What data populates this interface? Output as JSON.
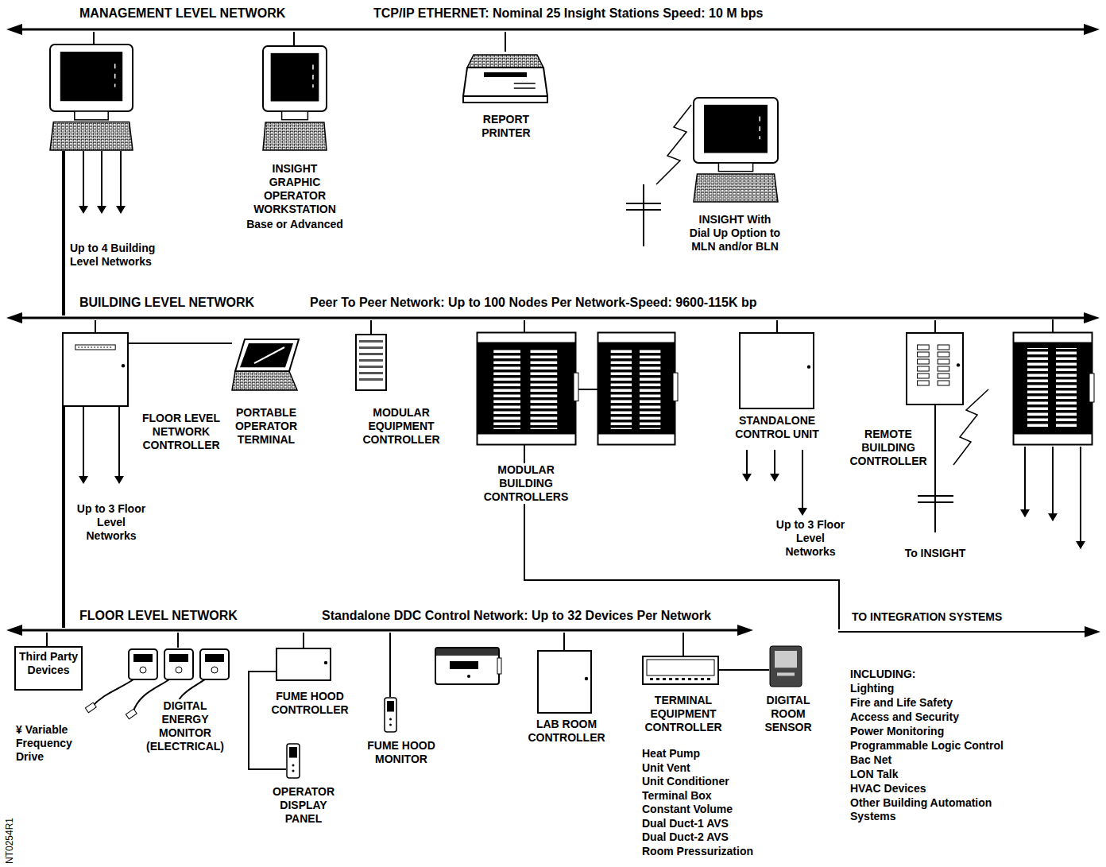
{
  "diagram": {
    "nodes": [
      {
        "text": [
          "MANAGEMENT LEVEL NETWORK",
          "TCP/IP ETHERNET: Nominal 25 Insight Stations Speed: 10 M bps"
        ]
      },
      {
        "text": [
          "Up to 4 Building Level Networks"
        ]
      },
      {
        "text": [
          "INSIGHT GRAPHIC OPERATOR WORKSTATION",
          "Base or Advanced"
        ]
      },
      {
        "text": [
          "REPORT PRINTER"
        ]
      },
      {
        "text": [
          "INSIGHT With Dial Up Option to MLN and/or BLN"
        ]
      },
      {
        "text": [
          "BUILDING LEVEL NETWORK",
          "Peer To Peer Network: Up to 100 Nodes Per Network-Speed: 9600-115K bp"
        ]
      },
      {
        "text": [
          "FLOOR LEVEL NETWORK CONTROLLER",
          "Up to 3 Floor Level Networks"
        ]
      },
      {
        "text": [
          "PORTABLE OPERATOR TERMINAL"
        ]
      },
      {
        "text": [
          "MODULAR EQUIPMENT CONTROLLER"
        ]
      },
      {
        "text": [
          "MODULAR BUILDING CONTROLLERS"
        ]
      },
      {
        "text": [
          "STANDALONE CONTROL UNIT",
          "Up to 3 Floor Level Networks"
        ]
      },
      {
        "text": [
          "REMOTE BUILDING CONTROLLER",
          "To INSIGHT"
        ]
      },
      {
        "text": [
          "FLOOR LEVEL NETWORK",
          "Standalone DDC Control Network: Up to 32 Devices Per Network"
        ]
      },
      {
        "text": [
          "Third Party Devices",
          "¥ Variable Frequency Drive"
        ]
      },
      {
        "text": [
          "DIGITAL ENERGY MONITOR (ELECTRICAL)"
        ]
      },
      {
        "text": [
          "FUME HOOD CONTROLLER"
        ]
      },
      {
        "text": [
          "OPERATOR DISPLAY PANEL"
        ]
      },
      {
        "text": [
          "FUME HOOD MONITOR"
        ]
      },
      {
        "text": [
          "LAB ROOM CONTROLLER"
        ]
      },
      {
        "text": [
          "TERMINAL EQUIPMENT CONTROLLER",
          "Heat Pump",
          "Unit Vent",
          "Unit Conditioner",
          "Terminal Box",
          "Constant Volume",
          "Dual Duct-1 AVS",
          "Dual Duct-2 AVS",
          "Room Pressurization"
        ]
      },
      {
        "text": [
          "DIGITAL ROOM SENSOR"
        ]
      },
      {
        "text": [
          "TO INTEGRATION SYSTEMS"
        ]
      }
    ],
    "edges": [
      {
        "from": 0,
        "to": 1,
        "arrow": "none"
      },
      {
        "from": 0,
        "to": 2,
        "arrow": "none"
      },
      {
        "from": 0,
        "to": 3,
        "arrow": "none"
      },
      {
        "from": 1,
        "to": 5,
        "arrow": "none"
      },
      {
        "from": 5,
        "to": 6,
        "arrow": "none"
      },
      {
        "from": 6,
        "to": 7,
        "arrow": "none"
      },
      {
        "from": 5,
        "to": 8,
        "arrow": "none"
      },
      {
        "from": 5,
        "to": 9,
        "arrow": "none"
      },
      {
        "from": 9,
        "to": 21,
        "arrow": "none"
      },
      {
        "from": 5,
        "to": 10,
        "arrow": "none"
      },
      {
        "from": 5,
        "to": 11,
        "arrow": "none"
      },
      {
        "from": 6,
        "to": 12,
        "arrow": "none"
      },
      {
        "from": 12,
        "to": 13,
        "arrow": "none"
      },
      {
        "from": 12,
        "to": 14,
        "arrow": "none"
      },
      {
        "from": 12,
        "to": 15,
        "arrow": "none"
      },
      {
        "from": 15,
        "to": 16,
        "arrow": "none"
      },
      {
        "from": 12,
        "to": 17,
        "arrow": "none"
      },
      {
        "from": 12,
        "to": 18,
        "arrow": "none"
      },
      {
        "from": 12,
        "to": 19,
        "arrow": "none"
      },
      {
        "from": 19,
        "to": 20,
        "arrow": "none"
      }
    ],
    "labels": [
      "INCLUDING:",
      "Lighting",
      "Fire and Life Safety",
      "Access and Security",
      "Power Monitoring",
      "Programmable Logic Control",
      "Bac Net",
      "LON Talk",
      "HVAC Devices",
      "Other Building Automation Systems",
      "NT0254R1"
    ]
  }
}
